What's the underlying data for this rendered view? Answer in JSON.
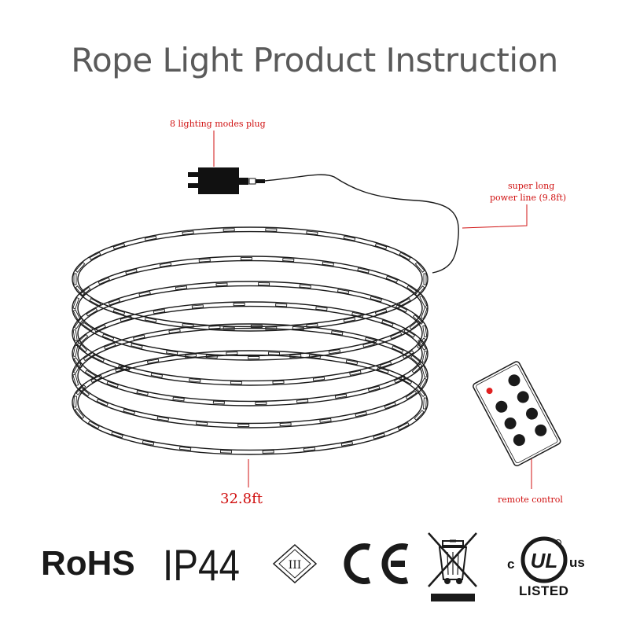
{
  "title": "Rope Light Product Instruction",
  "callouts": {
    "plug": "8 lighting modes plug",
    "power_line_1": "super long",
    "power_line_2": "power line (9.8ft)",
    "remote": "remote control",
    "length": "32.8ft"
  },
  "certifications": {
    "rohs": "RoHS",
    "ip": "IP44",
    "class": "III",
    "ce": "CE",
    "ul_c": "c",
    "ul_mark": "UL",
    "ul_us": "us",
    "ul_listed": "LISTED"
  },
  "colors": {
    "callout": "#d01010",
    "line": "#1a1a1a",
    "remote_indicator": "#e02020"
  }
}
